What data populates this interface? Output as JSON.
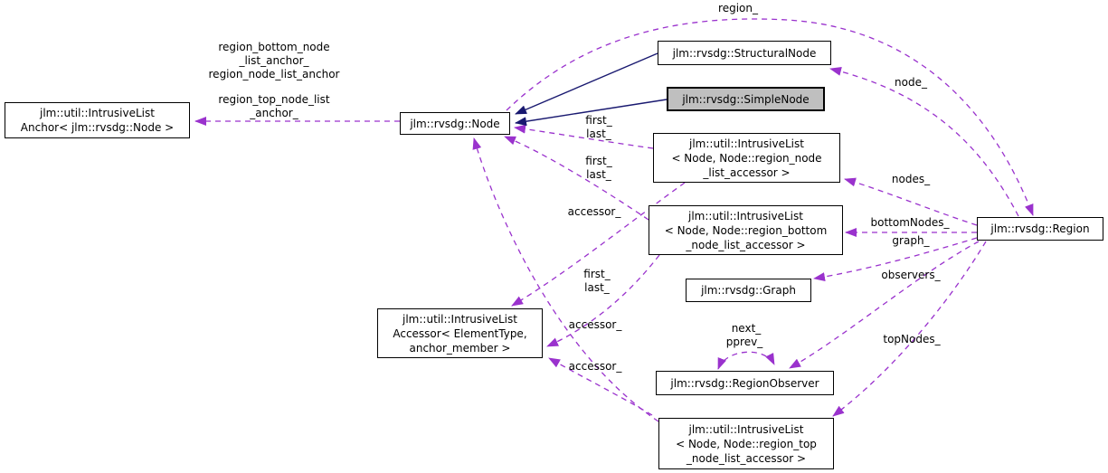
{
  "diagram": {
    "kind": "doxygen-collaboration-graph",
    "colors": {
      "usage_edge": "#9a32cd",
      "inheritance_edge": "#191970",
      "box_background": "#ffffff",
      "box_border": "#000000",
      "current_class_background": "#bfbfbf",
      "text": "#000000"
    },
    "nodes": {
      "anchor": {
        "lines": [
          "jlm::util::IntrusiveList",
          "Anchor< jlm::rvsdg::Node >"
        ]
      },
      "node": {
        "lines": [
          "jlm::rvsdg::Node"
        ]
      },
      "structural": {
        "lines": [
          "jlm::rvsdg::StructuralNode"
        ]
      },
      "simple": {
        "lines": [
          "jlm::rvsdg::SimpleNode"
        ]
      },
      "list_region_node": {
        "lines": [
          "jlm::util::IntrusiveList",
          "< Node, Node::region_node",
          "_list_accessor >"
        ]
      },
      "list_region_bottom": {
        "lines": [
          "jlm::util::IntrusiveList",
          "< Node, Node::region_bottom",
          "_node_list_accessor >"
        ]
      },
      "graph": {
        "lines": [
          "jlm::rvsdg::Graph"
        ]
      },
      "accessor": {
        "lines": [
          "jlm::util::IntrusiveList",
          "Accessor< ElementType,",
          "anchor_member >"
        ]
      },
      "observer": {
        "lines": [
          "jlm::rvsdg::RegionObserver"
        ]
      },
      "list_region_top": {
        "lines": [
          "jlm::util::IntrusiveList",
          "< Node, Node::region_top",
          "_node_list_accessor >"
        ]
      },
      "region": {
        "lines": [
          "jlm::rvsdg::Region"
        ]
      }
    },
    "edge_labels": {
      "region": "region_",
      "anchor_bottom": [
        "region_bottom_node",
        "_list_anchor_",
        "region_node_list_anchor"
      ],
      "anchor_top": [
        "region_top_node_list",
        "_anchor_"
      ],
      "node": "node_",
      "first_last_1": [
        "first_",
        "last_"
      ],
      "first_last_2": [
        "first_",
        "last_"
      ],
      "first_last_3": [
        "first_",
        "last_"
      ],
      "accessor_1": "accessor_",
      "accessor_2": "accessor_",
      "accessor_3": "accessor_",
      "nodes": "nodes_",
      "bottomNodes": "bottomNodes_",
      "graph": "graph_",
      "observers": "observers_",
      "topNodes": "topNodes_",
      "next": "next_",
      "pprev": "pprev_"
    }
  }
}
